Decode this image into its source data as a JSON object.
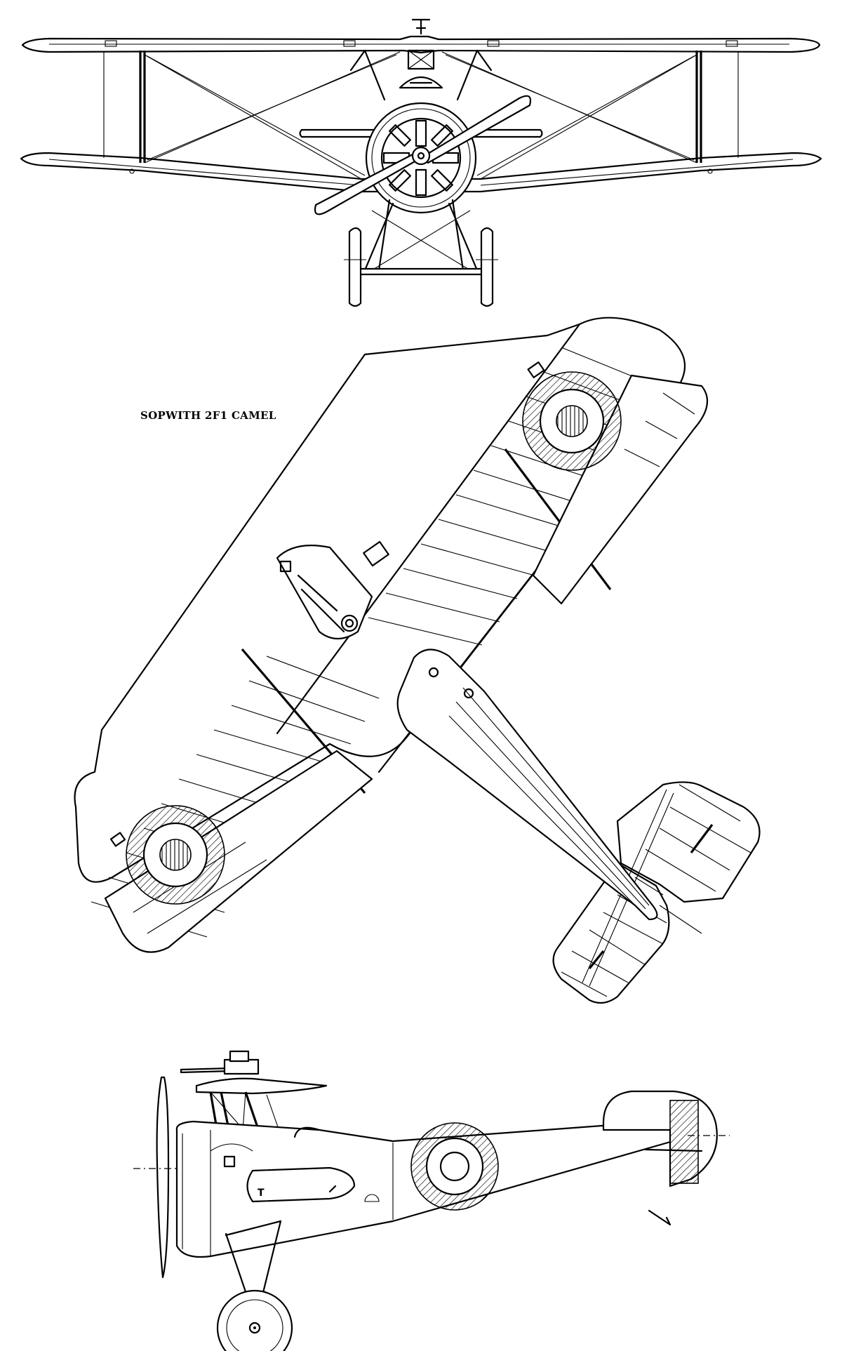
{
  "drawing": {
    "title": "SOPWITH 2F1 CAMEL",
    "views": [
      "front-view",
      "plan-view",
      "side-view"
    ],
    "markings": {
      "side_letter": "T"
    },
    "line_color": "#000000",
    "background_color": "#ffffff"
  }
}
